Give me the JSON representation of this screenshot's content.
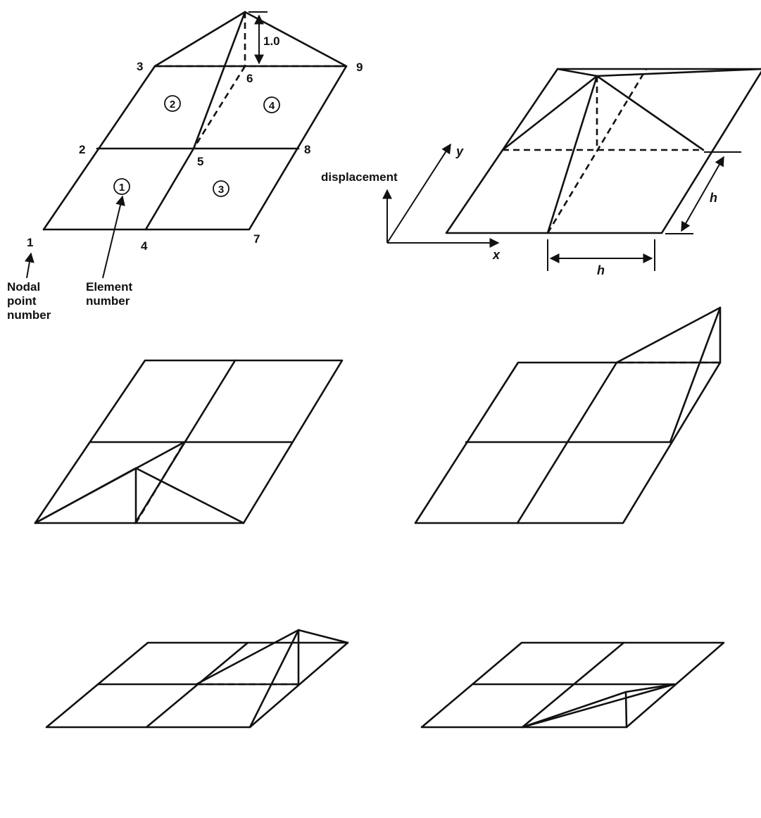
{
  "nodes": [
    "1",
    "2",
    "3",
    "4",
    "5",
    "6",
    "7",
    "8",
    "9"
  ],
  "elements": [
    "1",
    "2",
    "3",
    "4"
  ],
  "amplitude_label": "1.0",
  "callouts": {
    "nodal": [
      "Nodal",
      "point",
      "number"
    ],
    "element": [
      "Element",
      "number"
    ]
  },
  "axes": {
    "vertical": "displacement",
    "x": "x",
    "y": "y"
  },
  "dimensions": {
    "width": "h",
    "height": "h"
  }
}
